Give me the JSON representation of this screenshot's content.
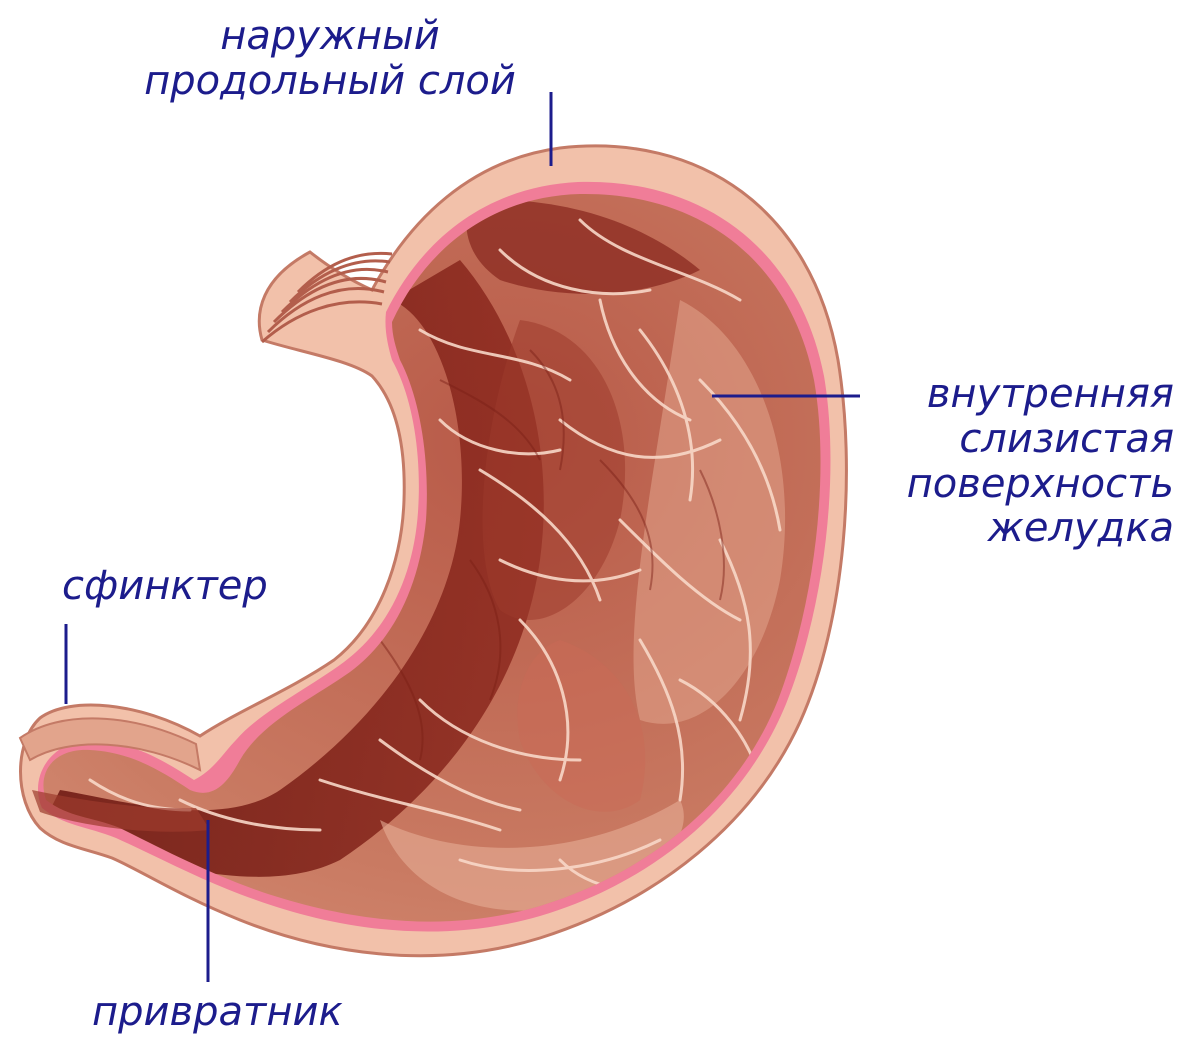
{
  "diagram": {
    "labels": {
      "outer_layer": [
        "наружный",
        "продольный слой"
      ],
      "inner_surface": [
        "внутренняя",
        "слизистая",
        "поверхность",
        "желудка"
      ],
      "sphincter": "сфинктер",
      "pylorus": "привратник"
    },
    "colors": {
      "label_text": "#1c1c8c",
      "leader_line": "#1c1c8c",
      "outer_wall": "#f2c1aa",
      "pink_lining": "#f07d98",
      "mucosa_dark": "#7a1f16",
      "mucosa_mid": "#a8463a",
      "mucosa_light": "#d98b74",
      "fold_lines": "#f8d8c8"
    }
  }
}
